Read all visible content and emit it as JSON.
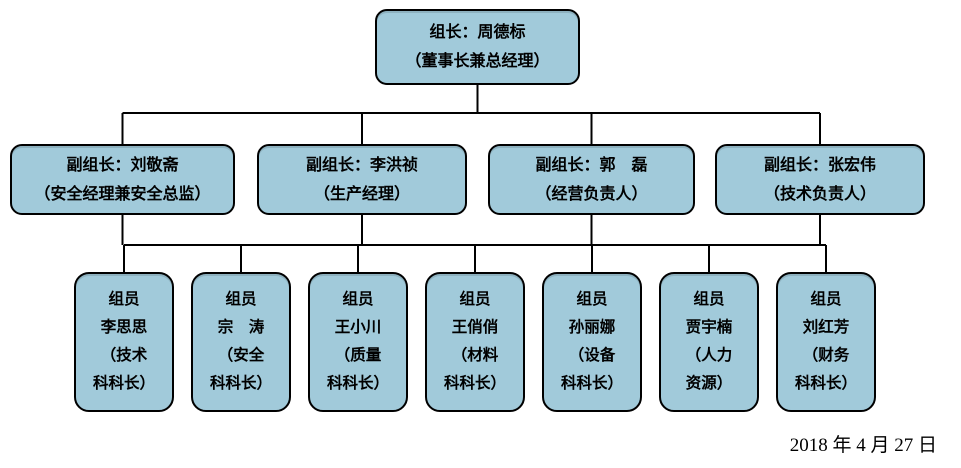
{
  "org_chart": {
    "leader": {
      "line1": "组长：周德标",
      "line2": "（董事长兼总经理）"
    },
    "deputies": [
      {
        "line1": "副组长：刘敬斋",
        "line2": "（安全经理兼安全总监）"
      },
      {
        "line1": "副组长：李洪祯",
        "line2": "（生产经理）"
      },
      {
        "line1": "副组长：郭　磊",
        "line2": "（经营负责人）"
      },
      {
        "line1": "副组长：张宏伟",
        "line2": "（技术负责人）"
      }
    ],
    "members": [
      {
        "line1": "组员",
        "line2": "李思思",
        "line3": "（技术",
        "line4": "科科长）"
      },
      {
        "line1": "组员",
        "line2": "宗　涛",
        "line3": "（安全",
        "line4": "科科长）"
      },
      {
        "line1": "组员",
        "line2": "王小川",
        "line3": "（质量",
        "line4": "科科长）"
      },
      {
        "line1": "组员",
        "line2": "王俏俏",
        "line3": "（材料",
        "line4": "科科长）"
      },
      {
        "line1": "组员",
        "line2": "孙丽娜",
        "line3": "（设备",
        "line4": "科科长）"
      },
      {
        "line1": "组员",
        "line2": "贾宇楠",
        "line3": "（人力",
        "line4": "资源）"
      },
      {
        "line1": "组员",
        "line2": "刘红芳",
        "line3": "（财务",
        "line4": "科科长）"
      }
    ]
  },
  "footer": {
    "date": "2018 年 4 月 27 日"
  },
  "colors": {
    "node_fill": "#A1CADA",
    "node_border": "#000000",
    "connector": "#000000",
    "text": "#000000",
    "background": "#FFFFFF"
  }
}
